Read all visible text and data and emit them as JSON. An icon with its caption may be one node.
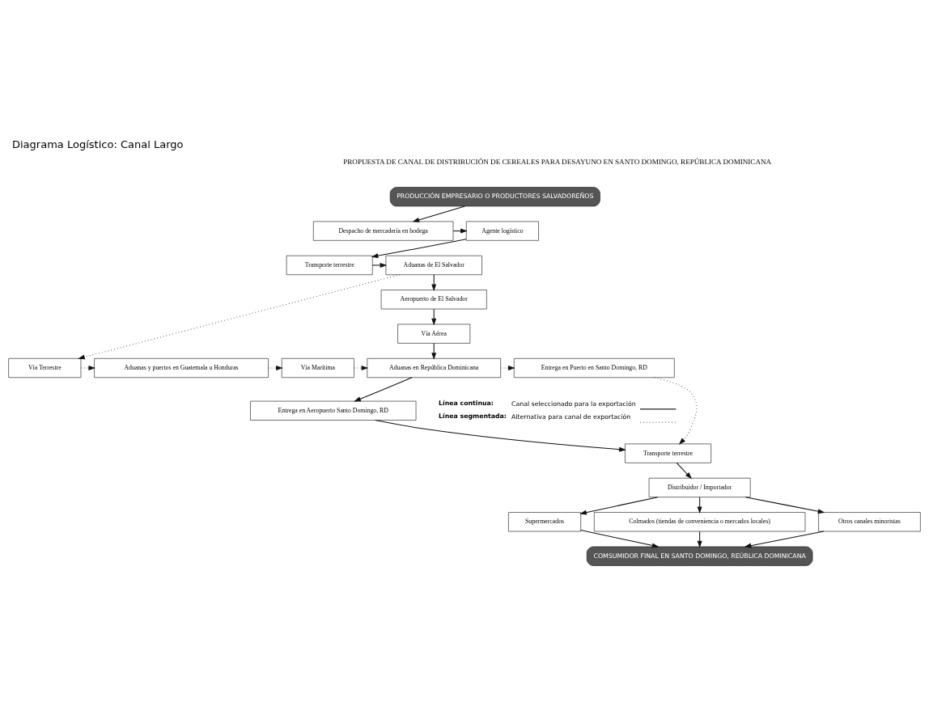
{
  "diagram": {
    "title": "Diagrama Logístico: Canal Largo",
    "nodes": [
      {
        "text": [
          "PRODUCCIÓN EMPRESARIO O PRODUCTORES SALVADOREÑOS"
        ]
      },
      {
        "text": [
          "Despacho de mercadería en bodega"
        ]
      },
      {
        "text": [
          "Agente logístico"
        ]
      },
      {
        "text": [
          "Transporte terrestre"
        ]
      },
      {
        "text": [
          "Aduanas de El Salvador"
        ]
      },
      {
        "text": [
          "Aeropuerto de El Salvador"
        ]
      },
      {
        "text": [
          "Vía Aérea"
        ]
      },
      {
        "text": [
          "Vía Terrestre"
        ]
      },
      {
        "text": [
          "Aduanas y puertos en Guatemala u Honduras"
        ]
      },
      {
        "text": [
          "Vía Marítima"
        ]
      },
      {
        "text": [
          "Aduanas en República Dominicana"
        ]
      },
      {
        "text": [
          "Entrega en Puerto en Santo Domingo, RD"
        ]
      },
      {
        "text": [
          "Entrega en Aeropuerto Santo Domingo, RD"
        ]
      },
      {
        "text": [
          "Transporte terrestre"
        ]
      },
      {
        "text": [
          "Distribuidor / Importador"
        ]
      },
      {
        "text": [
          "Supermercados"
        ]
      },
      {
        "text": [
          "Colmados (tiendas de conveniencia o mercados locales)"
        ]
      },
      {
        "text": [
          "Otros canales minoristas"
        ]
      },
      {
        "text": [
          "COMSUMIDOR FINAL EN SANTO DOMINGO, REÚBLICA DOMINICANA"
        ]
      }
    ],
    "edges": [
      {
        "from": 0,
        "to": 1,
        "arrow": "to"
      },
      {
        "from": 1,
        "to": 2,
        "arrow": "to"
      },
      {
        "from": 2,
        "to": 3,
        "arrow": "to"
      },
      {
        "from": 3,
        "to": 4,
        "arrow": "to"
      },
      {
        "from": 4,
        "to": 5,
        "arrow": "to"
      },
      {
        "from": 4,
        "to": 7,
        "arrow": "to",
        "style": "dashed"
      },
      {
        "from": 5,
        "to": 6,
        "arrow": "to"
      },
      {
        "from": 6,
        "to": 10,
        "arrow": "to"
      },
      {
        "from": 7,
        "to": 8,
        "arrow": "to",
        "style": "dashed"
      },
      {
        "from": 8,
        "to": 9,
        "arrow": "to",
        "style": "dashed"
      },
      {
        "from": 9,
        "to": 10,
        "arrow": "to",
        "style": "dashed"
      },
      {
        "from": 10,
        "to": 11,
        "arrow": "to",
        "style": "dashed"
      },
      {
        "from": 10,
        "to": 12,
        "arrow": "to"
      },
      {
        "from": 11,
        "to": 13,
        "arrow": "to",
        "style": "dashed"
      },
      {
        "from": 12,
        "to": 13,
        "arrow": "to"
      },
      {
        "from": 13,
        "to": 14,
        "arrow": "to"
      },
      {
        "from": 14,
        "to": 15,
        "arrow": "to"
      },
      {
        "from": 14,
        "to": 16,
        "arrow": "to"
      },
      {
        "from": 14,
        "to": 17,
        "arrow": "to"
      },
      {
        "from": 15,
        "to": 18,
        "arrow": "to"
      },
      {
        "from": 16,
        "to": 18,
        "arrow": "to"
      },
      {
        "from": 17,
        "to": 18,
        "arrow": "to"
      }
    ],
    "labels": [
      "PROPUESTA DE CANAL DE DISTRIBUCIÓN DE CEREALES PARA DESAYUNO EN SANTO DOMINGO, REPÚBLICA DOMINICANA",
      "Línea continua:",
      "Línea segmentada:"
    ],
    "legend": [
      {
        "text": "Canal seleccionado para la exportación"
      },
      {
        "text": "Alternativa para canal de exportación"
      }
    ]
  }
}
